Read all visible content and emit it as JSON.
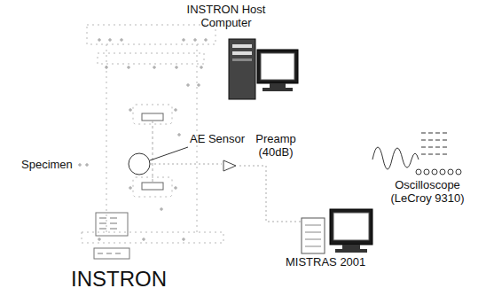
{
  "diagram": {
    "labels": [
      "INSTRON Host Computer",
      "AE Sensor",
      "Specimen",
      "Preamp (40dB)",
      "Oscilloscope (LeCroy 9310)",
      "MISTRAS 2001",
      "INSTRON"
    ]
  }
}
